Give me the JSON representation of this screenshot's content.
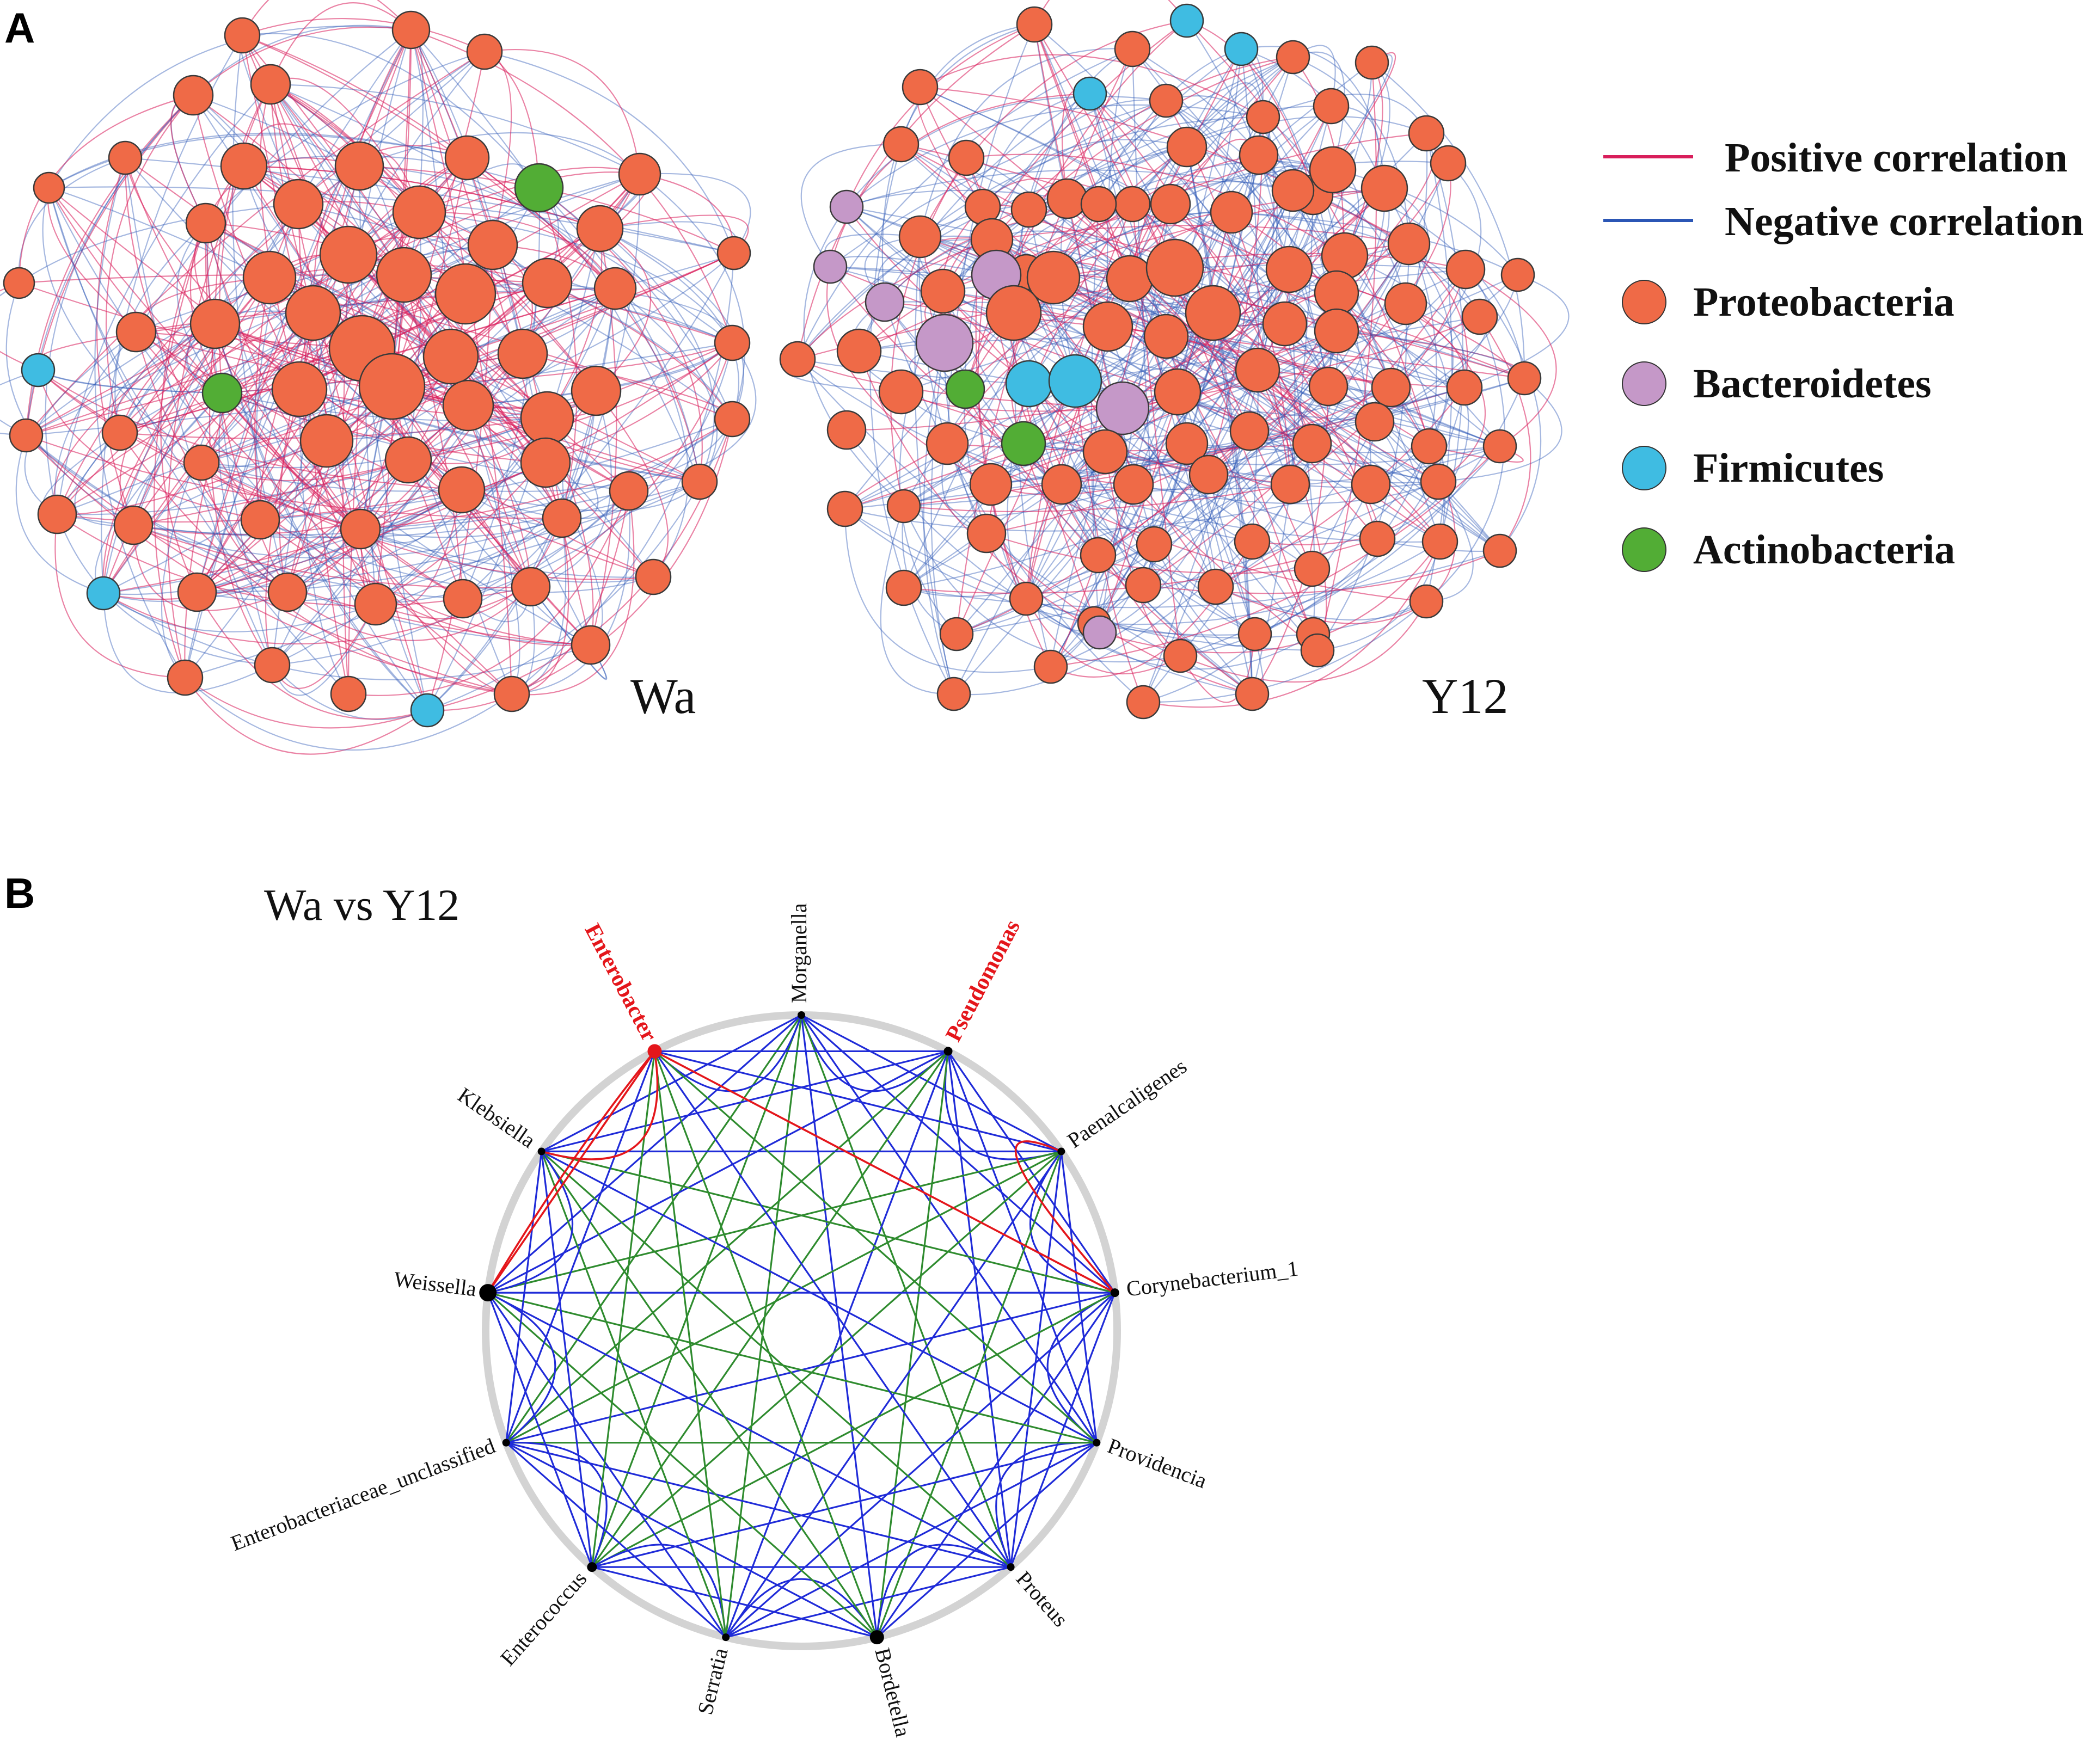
{
  "panels": {
    "a": "A",
    "b": "B"
  },
  "networks": {
    "left_label": "Wa",
    "right_label": "Y12"
  },
  "legend": {
    "lines": [
      {
        "label": "Positive correlation",
        "color": "#d81e5b"
      },
      {
        "label": "Negative correlation",
        "color": "#2b56b5"
      }
    ],
    "groups": [
      {
        "label": "Proteobacteria",
        "color": "#ef6a47"
      },
      {
        "label": "Bacteroidetes",
        "color": "#c598c8"
      },
      {
        "label": "Firmicutes",
        "color": "#3fbce2"
      },
      {
        "label": "Actinobacteria",
        "color": "#52ad35"
      }
    ]
  },
  "comparison": {
    "title": "Wa vs Y12",
    "genera": [
      {
        "name": "Morganella",
        "highlight": false
      },
      {
        "name": "Pseudomonas",
        "highlight": true
      },
      {
        "name": "Paenalcaligenes",
        "highlight": false
      },
      {
        "name": "Corynebacterium_1",
        "highlight": false
      },
      {
        "name": "Providencia",
        "highlight": false
      },
      {
        "name": "Proteus",
        "highlight": false
      },
      {
        "name": "Bordetella",
        "highlight": false
      },
      {
        "name": "Serratia",
        "highlight": false
      },
      {
        "name": "Enterococcus",
        "highlight": false
      },
      {
        "name": "Enterobacteriaceae_unclassified",
        "highlight": false
      },
      {
        "name": "Weissella",
        "highlight": false
      },
      {
        "name": "Klebsiella",
        "highlight": false
      },
      {
        "name": "Enterobacter",
        "highlight": true
      }
    ],
    "colors": {
      "ring": "#d3d3d3",
      "blue_edge": "#1f2bd8",
      "green_edge": "#2e8b2e",
      "red_edge": "#e4161b",
      "node": "#000000",
      "highlight": "#e4161b"
    }
  }
}
